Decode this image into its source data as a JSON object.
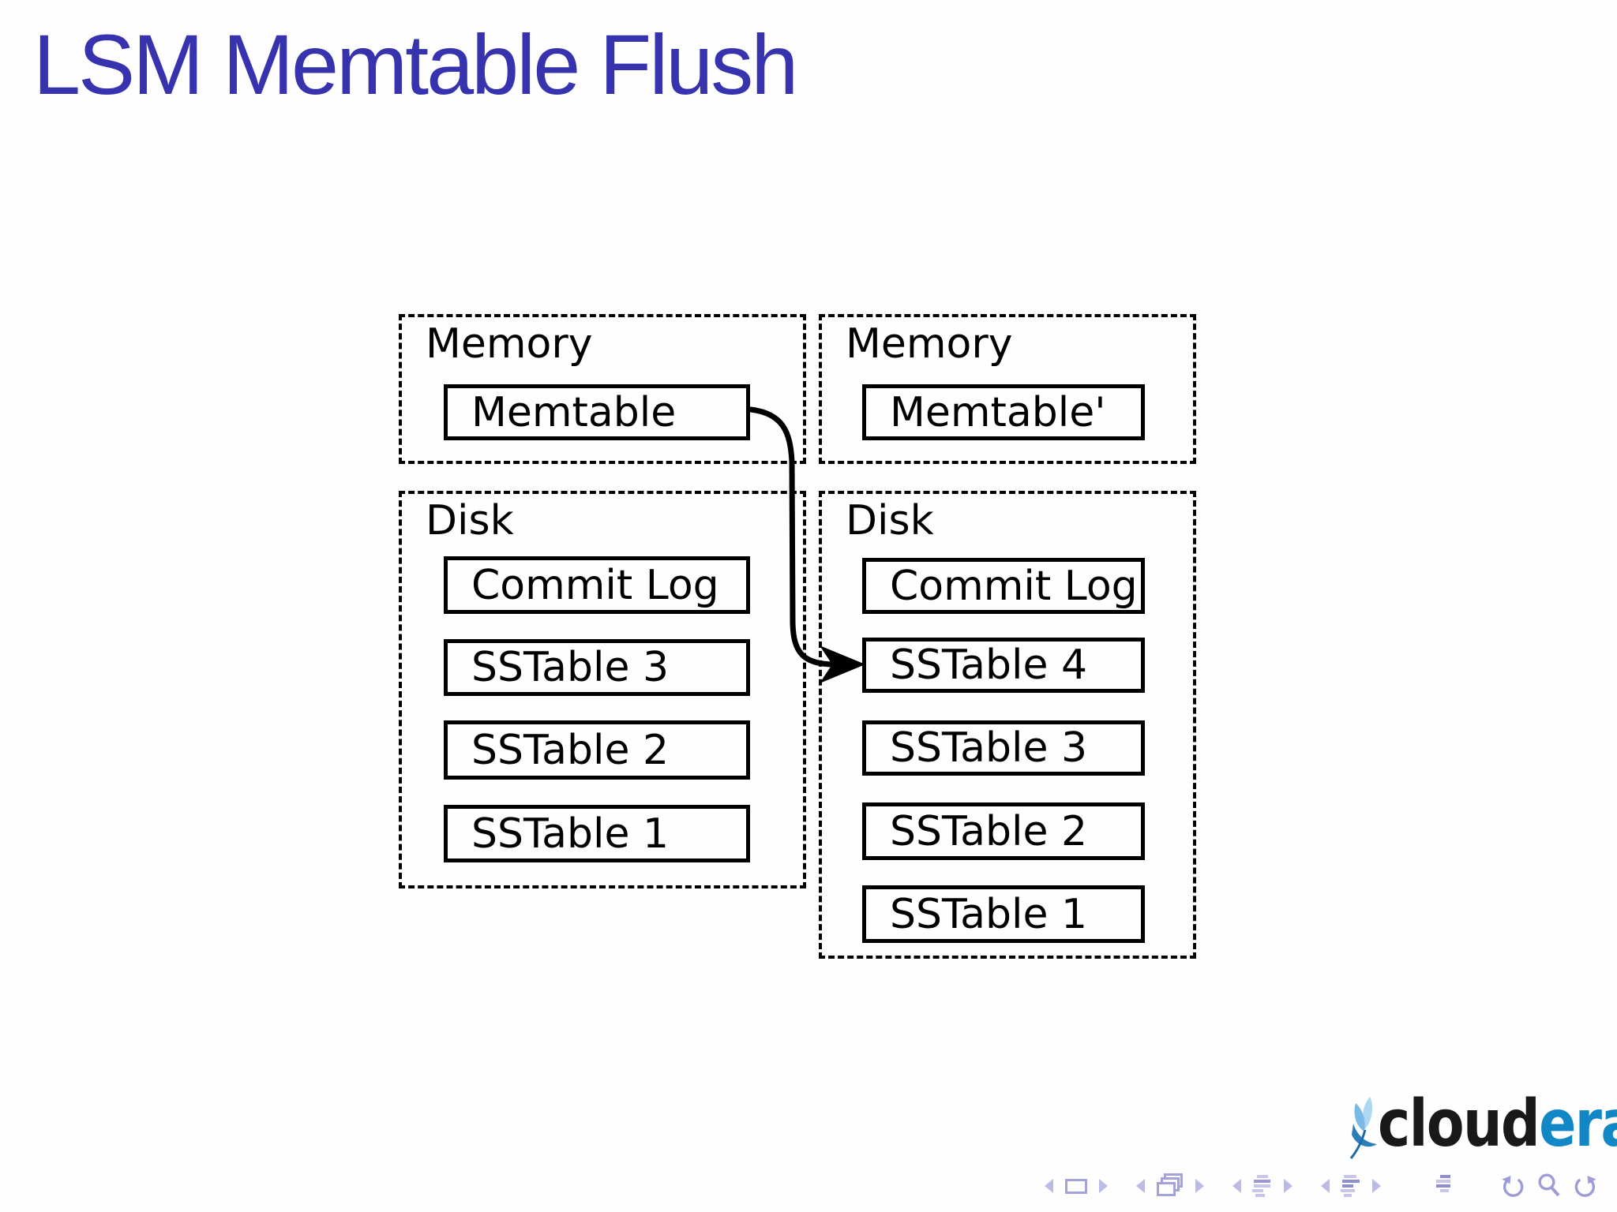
{
  "slide": {
    "title": "LSM Memtable Flush"
  },
  "diagram": {
    "before": {
      "memory": {
        "label": "Memory",
        "items": [
          "Memtable"
        ]
      },
      "disk": {
        "label": "Disk",
        "items": [
          "Commit Log",
          "SSTable 3",
          "SSTable 2",
          "SSTable 1"
        ]
      }
    },
    "after": {
      "memory": {
        "label": "Memory",
        "items": [
          "Memtable'"
        ]
      },
      "disk": {
        "label": "Disk",
        "items": [
          "Commit Log'",
          "SSTable 4",
          "SSTable 3",
          "SSTable 2",
          "SSTable 1"
        ]
      }
    },
    "flush_arrow": {
      "from": "Memtable",
      "to": "SSTable 4"
    }
  },
  "logo": {
    "word_dark": "cloud",
    "word_accent": "era",
    "mark": "cloudera-leaf-icon"
  },
  "nav": {
    "symbols": [
      "prev-slide-arrow",
      "slide-frame",
      "next-slide-arrow",
      "prev-frame-arrow",
      "frame-stack",
      "next-frame-arrow",
      "prev-subsection-arrow",
      "subsection-list",
      "next-subsection-arrow",
      "prev-section-arrow",
      "section-list",
      "next-section-arrow",
      "appendix-list",
      "history-back",
      "search",
      "history-forward"
    ]
  },
  "colors": {
    "title": "#3733ae",
    "ink": "#000000",
    "nav_light": "#bcbbe6",
    "nav_dark": "#8f8ed0",
    "logo_dark": "#191919",
    "logo_accent": "#1287c5"
  }
}
